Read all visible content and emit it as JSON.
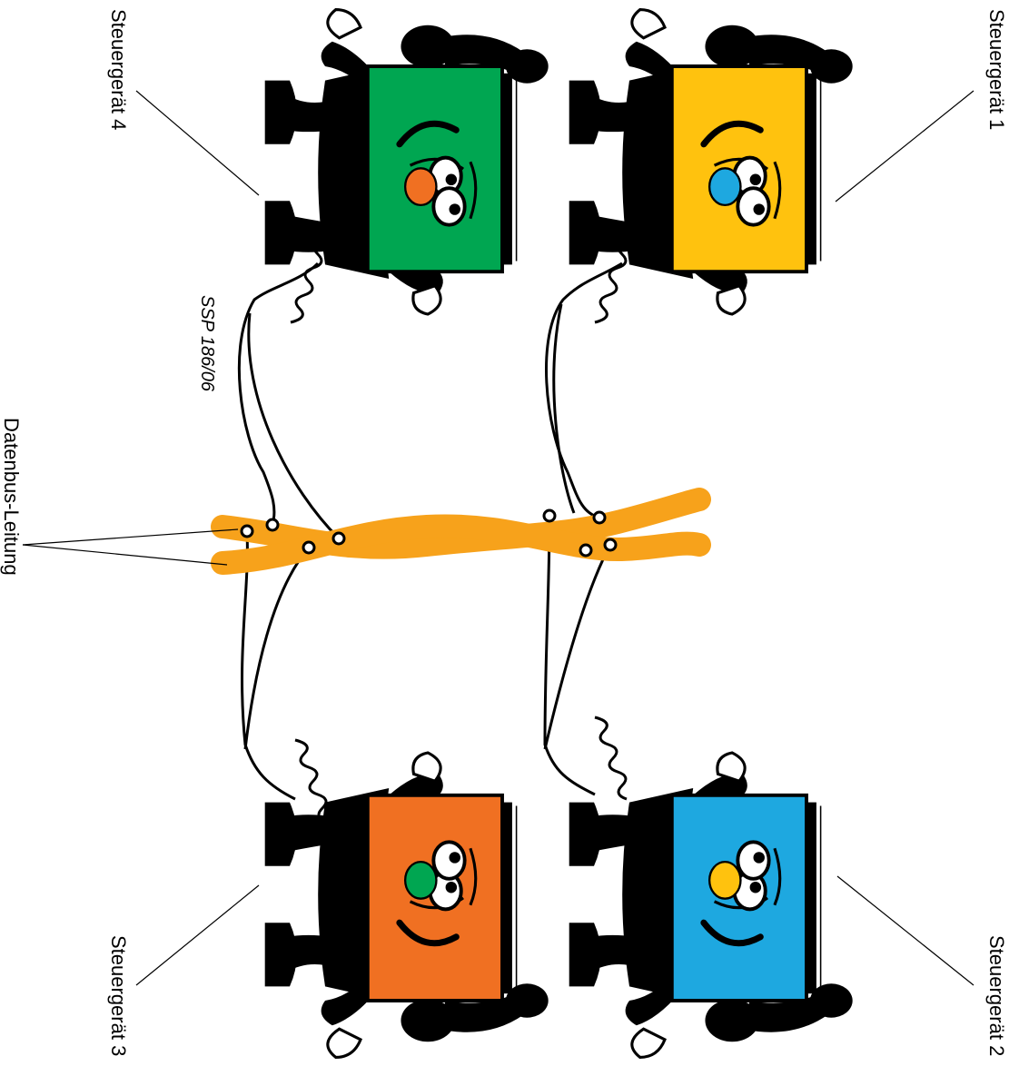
{
  "labels": {
    "ecu1": "Steuergerät 1",
    "ecu2": "Steuergerät 2",
    "ecu3": "Steuergerät 3",
    "ecu4": "Steuergerät 4",
    "bus": "Datenbus-Leitung",
    "code": "SSP 186/06"
  },
  "colors": {
    "ecu1": "#ffc20e",
    "ecu2": "#1ea8e0",
    "ecu3": "#f07022",
    "ecu4": "#00a651",
    "nose1": "#1ea8e0",
    "nose2": "#ffc20e",
    "nose3": "#00a651",
    "nose4": "#f07022",
    "bus": "#f7a21b"
  }
}
